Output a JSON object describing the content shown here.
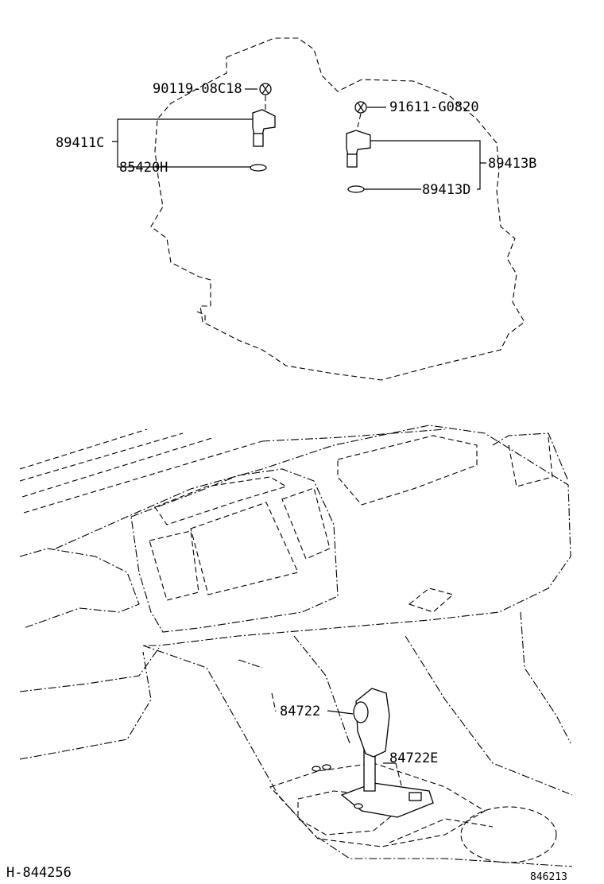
{
  "labels": {
    "bolt_left": "90119-08C18",
    "sensor_left": "89411C",
    "oring_left": "85420H",
    "bolt_right": "91611-G0820",
    "sensor_right": "89413B",
    "oring_right": "89413D",
    "knob": "84722",
    "knob_sub": "84722E",
    "ref_left": "H-844256",
    "ref_right": "846213"
  }
}
